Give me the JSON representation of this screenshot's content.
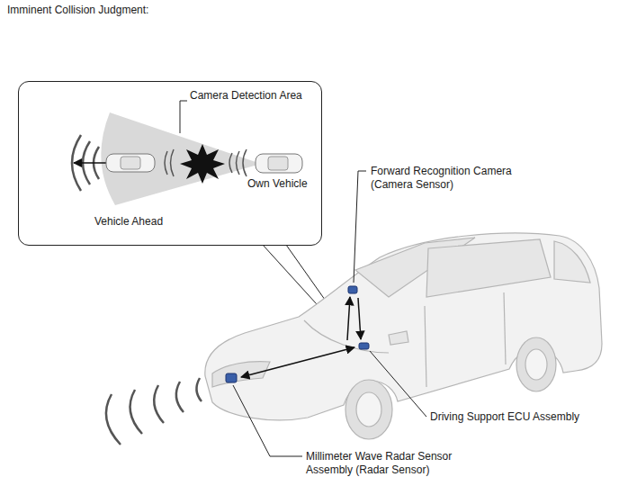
{
  "diagram": {
    "title": "Imminent Collision Judgment:",
    "nodes": [
      {
        "text": [
          "Camera Detection Area",
          "Own Vehicle",
          "Vehicle Ahead"
        ]
      }
    ],
    "labels": [
      "Forward Recognition Camera (Camera Sensor)",
      "Driving Support ECU Assembly",
      "Millimeter Wave Radar Sensor Assembly (Radar Sensor)"
    ]
  }
}
